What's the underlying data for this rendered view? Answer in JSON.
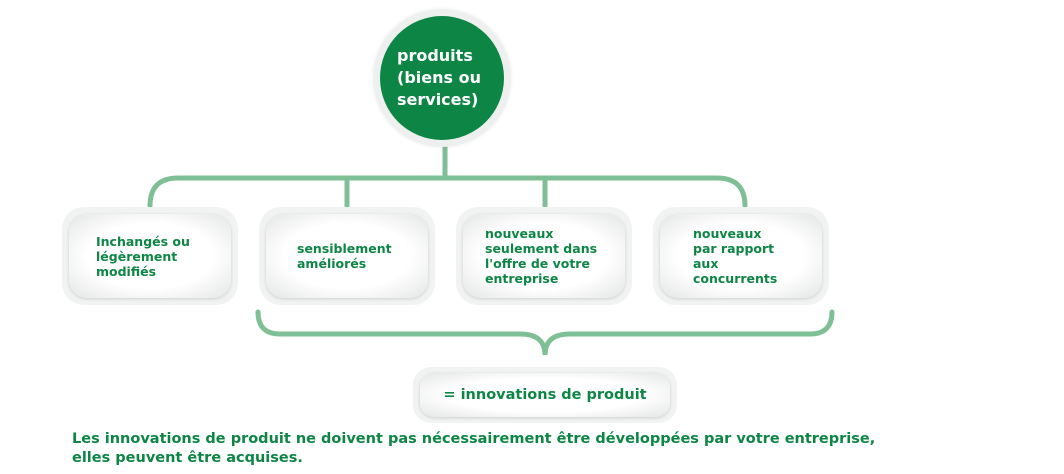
{
  "root": {
    "label": "produits (biens ou services)"
  },
  "categories": [
    {
      "label": "Inchangés ou légèrement modifiés"
    },
    {
      "label": "sensiblement améliorés"
    },
    {
      "label": "nouveaux seulement dans l'offre de votre entreprise"
    },
    {
      "label": "nouveaux par rapport aux concurrents"
    }
  ],
  "result": {
    "label": "= innovations de produit"
  },
  "footer": {
    "line1": "Les innovations de produit ne doivent pas nécessairement être développées par votre entreprise,",
    "line2": "elles peuvent être acquises."
  },
  "colors": {
    "brand_green": "#0d8645",
    "connector_green": "#7fbf96"
  }
}
